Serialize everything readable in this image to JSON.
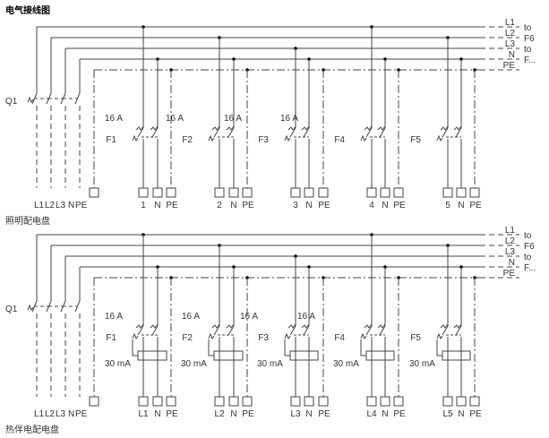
{
  "title": "电气接线图",
  "panels": [
    {
      "name": "照明配电盘",
      "q_label": "Q1",
      "incoming_labels": [
        "L1",
        "L2",
        "L3",
        "N",
        "PE"
      ],
      "bus_labels": [
        "L1",
        "L2",
        "L3",
        "N",
        "PE"
      ],
      "continuation": [
        "to",
        "F6",
        "to",
        "F..."
      ],
      "circuits": [
        {
          "breaker": "F1",
          "rating": "16 A",
          "phase": "L1",
          "terminal": "1",
          "rcd": null
        },
        {
          "breaker": "F2",
          "rating": "16 A",
          "phase": "L2",
          "terminal": "2",
          "rcd": null
        },
        {
          "breaker": "F3",
          "rating": "16 A",
          "phase": "L3",
          "terminal": "3",
          "rcd": null
        },
        {
          "breaker": "F4",
          "rating": "16 A",
          "phase": "L1",
          "terminal": "4",
          "rcd": null
        },
        {
          "breaker": "F5",
          "rating": null,
          "phase": "L2",
          "terminal": "5",
          "rcd": null
        }
      ],
      "extra_rating": "16 A"
    },
    {
      "name": "热伴电配电盘",
      "q_label": "Q1",
      "incoming_labels": [
        "L1",
        "L2",
        "L3",
        "N",
        "PE"
      ],
      "bus_labels": [
        "L1",
        "L2",
        "L3",
        "N",
        "PE"
      ],
      "continuation": [
        "to",
        "F6",
        "to",
        "F..."
      ],
      "circuits": [
        {
          "breaker": "F1",
          "rating": "16 A",
          "phase": "L1",
          "terminal": "L1",
          "rcd": "30 mA"
        },
        {
          "breaker": "F2",
          "rating": "16 A",
          "phase": "L2",
          "terminal": "L2",
          "rcd": "30 mA"
        },
        {
          "breaker": "F3",
          "rating": "16 A",
          "phase": "L3",
          "terminal": "L3",
          "rcd": "30 mA"
        },
        {
          "breaker": "F4",
          "rating": "16 A",
          "phase": "L1",
          "terminal": "L4",
          "rcd": "30 mA"
        },
        {
          "breaker": "F5",
          "rating": null,
          "phase": "L2",
          "terminal": "L5",
          "rcd": "30 mA"
        }
      ],
      "extra_rating": "16 A"
    }
  ],
  "labels": {
    "neutral": "N",
    "earth": "PE"
  },
  "colors": {
    "line": "#444444",
    "text": "#333333"
  }
}
